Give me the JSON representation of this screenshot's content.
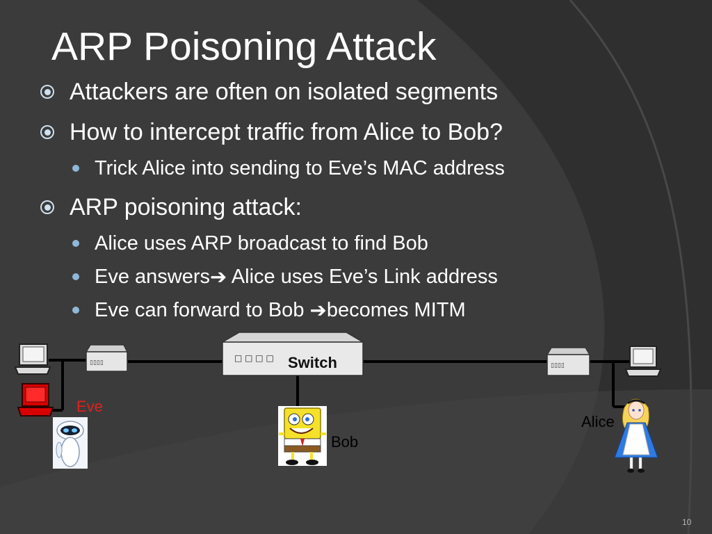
{
  "slide": {
    "title": "ARP Poisoning Attack",
    "bullets": [
      {
        "level": 1,
        "text": "Attackers are often on isolated segments"
      },
      {
        "level": 1,
        "text": "How to intercept traffic from Alice to Bob?"
      },
      {
        "level": 2,
        "text": "Trick Alice into sending to Eve’s MAC address"
      },
      {
        "level": 1,
        "text": "ARP poisoning attack:"
      },
      {
        "level": 2,
        "text": "Alice uses ARP broadcast to find Bob"
      },
      {
        "level": 2,
        "text": "Eve answers",
        "arrow": "➔",
        "after": " Alice uses Eve’s Link address"
      },
      {
        "level": 2,
        "text": "Eve can forward to Bob ",
        "arrow": "➔",
        "after": "becomes MITM"
      }
    ],
    "slide_number": "10"
  },
  "diagram": {
    "switch_label": "Switch",
    "switch_ports": "□ □ □ □",
    "hub_ports": "▯▯▯▯",
    "labels": {
      "eve": "Eve",
      "bob": "Bob",
      "alice": "Alice"
    }
  },
  "colors": {
    "background": "#3a3a3a",
    "text": "#ffffff",
    "eve_label": "#e02020",
    "wire": "#000000",
    "bullet_marker": "#cfe0ee"
  },
  "icons": [
    "radio-bullet-icon",
    "dot-bullet-icon",
    "arrow-icon",
    "computer-icon",
    "hub-icon",
    "switch-icon",
    "robot-avatar-icon",
    "sponge-avatar-icon",
    "girl-avatar-icon"
  ]
}
